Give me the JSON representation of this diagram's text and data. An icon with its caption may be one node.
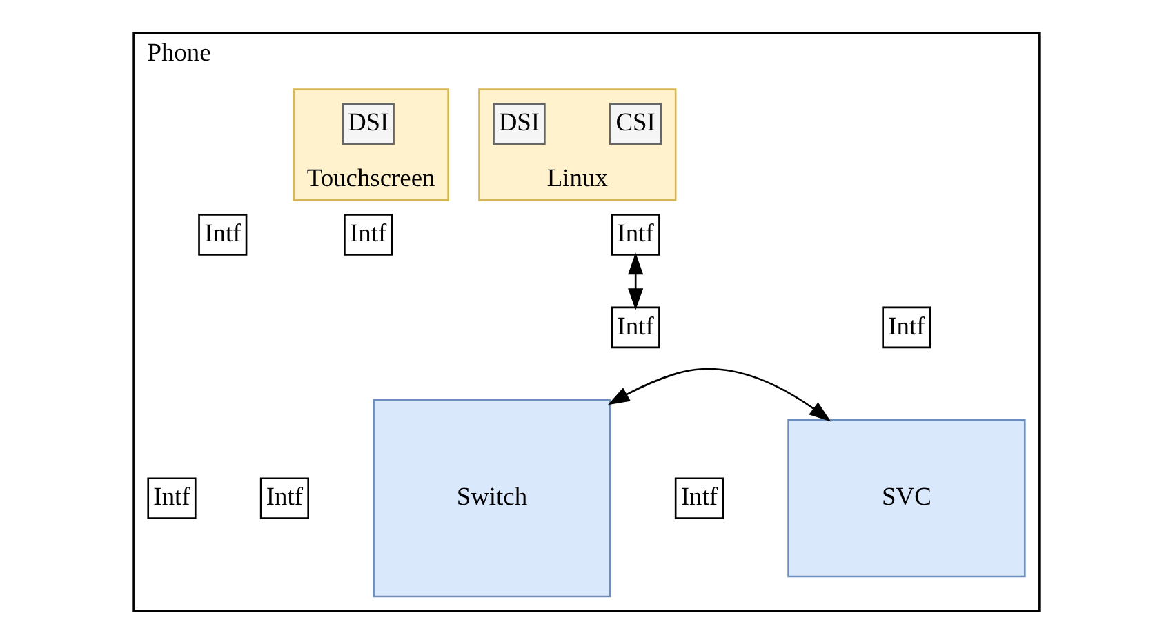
{
  "diagram": {
    "nodes": [
      {
        "text": [
          "Phone"
        ]
      },
      {
        "text": [
          "Linux"
        ],
        "in": 0
      },
      {
        "text": [
          "CSI"
        ],
        "in": 1
      },
      {
        "text": [
          "DSI"
        ],
        "in": 1
      },
      {
        "text": [
          "Touchscreen"
        ],
        "in": 0
      },
      {
        "text": [
          "DSI"
        ],
        "in": 4
      },
      {
        "text": [
          "Intf"
        ],
        "in": 0
      },
      {
        "text": [
          "Intf"
        ],
        "in": 0
      },
      {
        "text": [
          "Intf"
        ],
        "in": 0
      },
      {
        "text": [
          "Intf"
        ],
        "in": 0
      },
      {
        "text": [
          "Intf"
        ],
        "in": 0
      },
      {
        "text": [
          "Switch"
        ],
        "in": 0
      },
      {
        "text": [
          "Intf"
        ],
        "in": 0
      },
      {
        "text": [
          "Intf"
        ],
        "in": 0
      },
      {
        "text": [
          "Intf"
        ],
        "in": 0
      },
      {
        "text": [
          "SVC"
        ],
        "in": 0
      }
    ],
    "edges": [
      {
        "from": 6,
        "to": 9,
        "arrow": "both"
      },
      {
        "from": 11,
        "to": 15,
        "arrow": "both"
      }
    ]
  }
}
